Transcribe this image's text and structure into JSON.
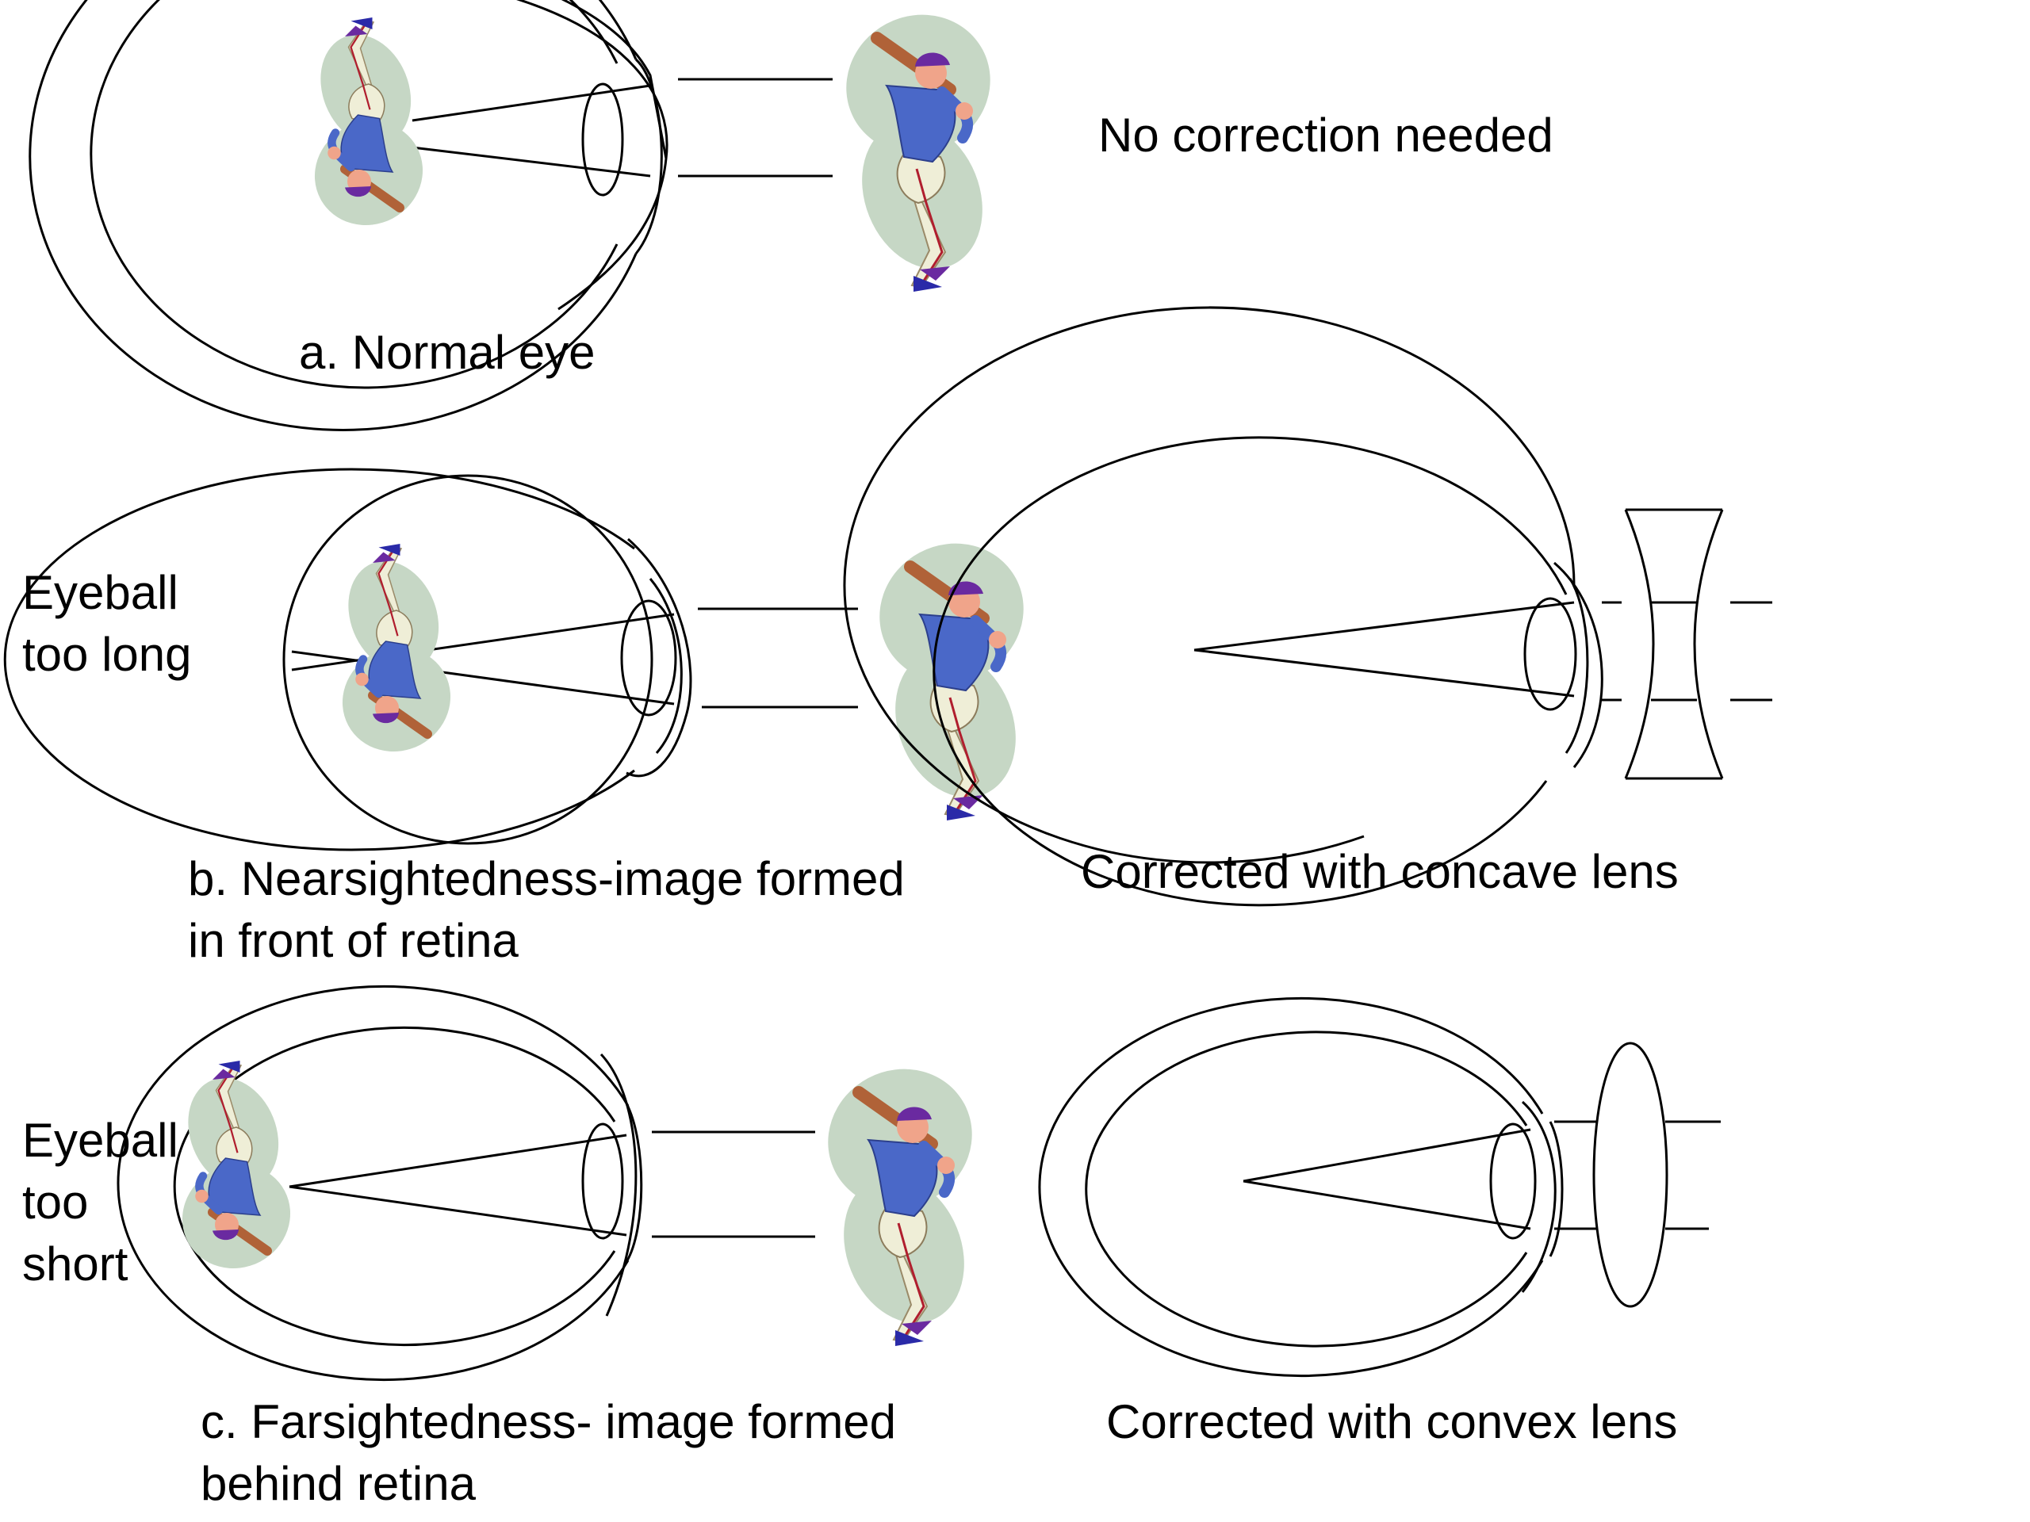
{
  "labels": {
    "normal_caption": "a. Normal eye",
    "normal_note": "No correction needed",
    "near_side_line1": "Eyeball",
    "near_side_line2": "too long",
    "near_caption_line1": "b. Nearsightedness-image formed",
    "near_caption_line2": "in front of retina",
    "near_correction": "Corrected with concave lens",
    "far_side_line1": "Eyeball",
    "far_side_line2": "too",
    "far_side_line3": "short",
    "far_caption_line1": "c. Farsightedness- image formed",
    "far_caption_line2": "behind retina",
    "far_correction": "Corrected with convex lens"
  },
  "colors": {
    "line": "#000000",
    "blob": "#c6d7c5",
    "shirt": "#4a68c8",
    "cap": "#6a2aa0",
    "pants": "#efeed7",
    "skin": "#f0a48a",
    "bat": "#b06238",
    "stripe": "#b01e2e",
    "shoe": "#2a2aa8"
  },
  "icons": {
    "figure": "baseball-batter-icon"
  }
}
